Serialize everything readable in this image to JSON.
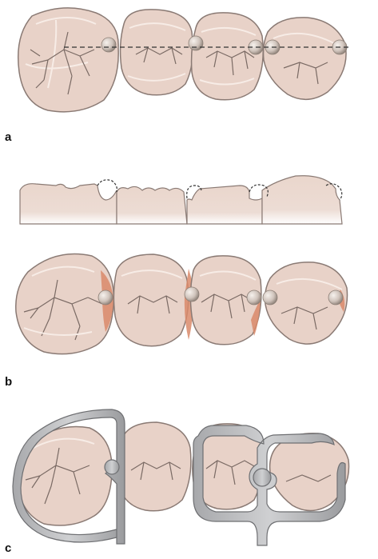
{
  "panels": [
    {
      "id": "a",
      "label": "a"
    },
    {
      "id": "b",
      "label": "b"
    },
    {
      "id": "c",
      "label": "c"
    }
  ],
  "colors": {
    "tooth_fill": "#e8d2c8",
    "tooth_outline": "#8a7a74",
    "tooth_highlight": "#f7ece6",
    "groove": "#7a6a64",
    "contact_ball": "#d6cbc4",
    "contact_ball_dark": "#8c7f76",
    "contact_ball_light": "#f4efeb",
    "marginal_ridge_red": "#d9896a",
    "matrix_band": "#b9babc",
    "matrix_band_dark": "#6e6f72",
    "reference_line": "#333333"
  }
}
